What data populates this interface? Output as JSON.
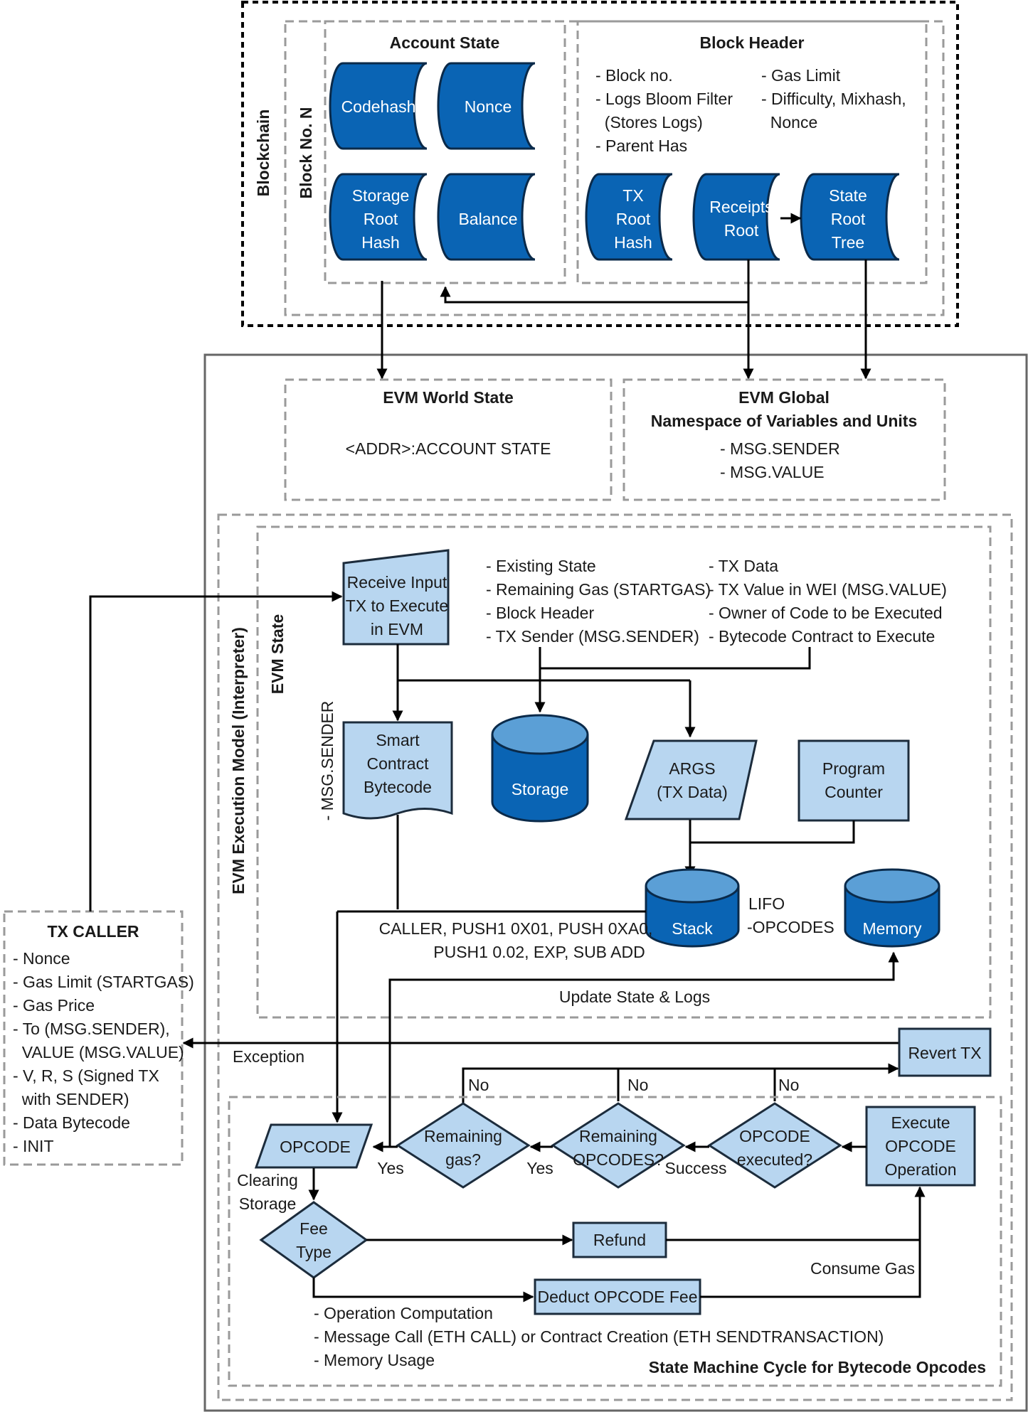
{
  "blockchain": {
    "label": "Blockchain",
    "block_label": "Block No. N",
    "account_state": {
      "title": "Account State",
      "codehash": "Codehash",
      "nonce": "Nonce",
      "storage_root": [
        "Storage",
        "Root",
        "Hash"
      ],
      "balance": "Balance"
    },
    "block_header": {
      "title": "Block Header",
      "fields_left": [
        "- Block no.",
        "- Logs Bloom Filter",
        "  (Stores Logs)",
        "- Parent Has"
      ],
      "fields_right": [
        "- Gas Limit",
        "- Difficulty, Mixhash,",
        "  Nonce"
      ],
      "tx_root": [
        "TX",
        "Root",
        "Hash"
      ],
      "receipts_root": [
        "Receipts",
        "Root"
      ],
      "state_root": [
        "State",
        "Root",
        "Tree"
      ]
    }
  },
  "world_state": {
    "title": "EVM World State",
    "content": "<ADDR>:ACCOUNT STATE"
  },
  "global": {
    "title1": "EVM Global",
    "title2": "Namespace of Variables and Units",
    "items": [
      "- MSG.SENDER",
      "- MSG.VALUE"
    ]
  },
  "execution_model": {
    "label": "EVM Execution Model (Interpreter)",
    "state_label": "EVM State",
    "receive_input": [
      "Receive Input",
      "TX to Execute",
      "in EVM"
    ],
    "inputs_left": [
      "- Existing State",
      "- Remaining Gas (STARTGAS)",
      "- Block Header",
      "- TX Sender (MSG.SENDER)"
    ],
    "inputs_right": [
      "- TX Data",
      "- TX Value in WEI (MSG.VALUE)",
      "- Owner of Code to be Executed",
      "- Bytecode Contract to Execute"
    ],
    "msg_sender_label": "- MSG.SENDER",
    "bytecode": [
      "Smart",
      "Contract",
      "Bytecode"
    ],
    "storage": "Storage",
    "args": [
      "ARGS",
      "(TX Data)"
    ],
    "program_counter": [
      "Program",
      "Counter"
    ],
    "stack": "Stack",
    "lifo": [
      "LIFO",
      "-OPCODES"
    ],
    "memory": "Memory",
    "opcode_list": [
      "CALLER, PUSH1 0X01, PUSH 0XA0,",
      "PUSH1 0.02, EXP, SUB ADD"
    ],
    "update_state": "Update State & Logs"
  },
  "tx_caller": {
    "title": "TX CALLER",
    "fields": [
      "- Nonce",
      "- Gas Limit (STARTGAS)",
      "- Gas Price",
      "- To (MSG.SENDER),",
      "  VALUE (MSG.VALUE)",
      "- V, R, S (Signed TX",
      "  with SENDER)",
      "- Data Bytecode",
      "- INIT"
    ]
  },
  "cycle": {
    "title": "State Machine Cycle for Bytecode Opcodes",
    "exception": "Exception",
    "revert": "Revert TX",
    "no1": "No",
    "no2": "No",
    "no3": "No",
    "opcode": "OPCODE",
    "remaining_gas": [
      "Remaining",
      "gas?"
    ],
    "remaining_opcodes": [
      "Remaining",
      "OPCODES?"
    ],
    "opcode_executed": [
      "OPCODE",
      "executed?"
    ],
    "execute": [
      "Execute",
      "OPCODE",
      "Operation"
    ],
    "yes1": "Yes",
    "yes2": "Yes",
    "success": "Success",
    "clearing": [
      "Clearing",
      "Storage"
    ],
    "fee_type": [
      "Fee",
      "Type"
    ],
    "refund": "Refund",
    "consume_gas": "Consume Gas",
    "deduct": "Deduct OPCODE Fee",
    "fee_items": [
      "- Operation Computation",
      "- Message Call (ETH CALL) or Contract Creation (ETH SENDTRANSACTION)",
      "- Memory Usage"
    ]
  }
}
